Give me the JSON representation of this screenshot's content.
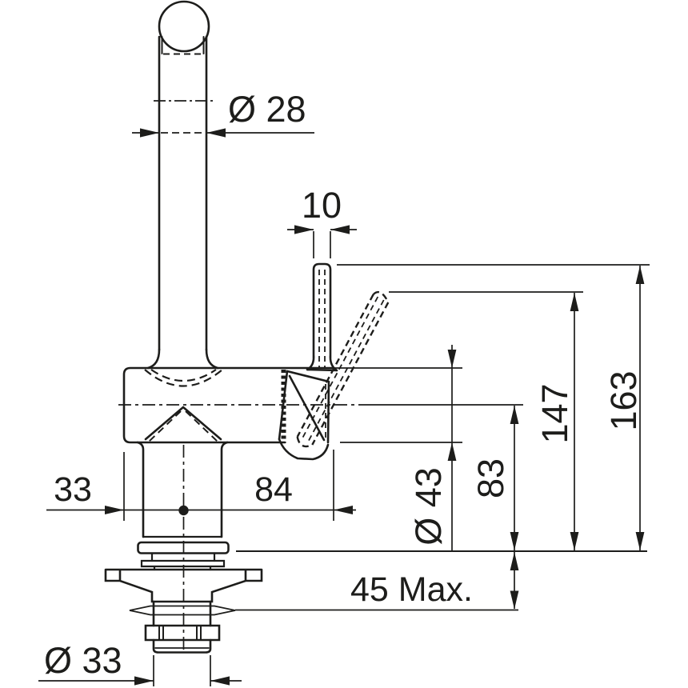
{
  "drawing": {
    "kind": "technical-dimension-drawing",
    "colors": {
      "line": "#1d1d1b",
      "background": "#ffffff"
    },
    "labels": {
      "spout_diameter": "Ø 28",
      "lever_width": "10",
      "overall_height": "163",
      "lever_tilted_height": "147",
      "spout_axis_height": "83",
      "body_diameter": "Ø 43",
      "left_offset": "33",
      "body_length": "84",
      "max_counter_thickness": "45 Max.",
      "shank_diameter": "Ø 33"
    }
  }
}
